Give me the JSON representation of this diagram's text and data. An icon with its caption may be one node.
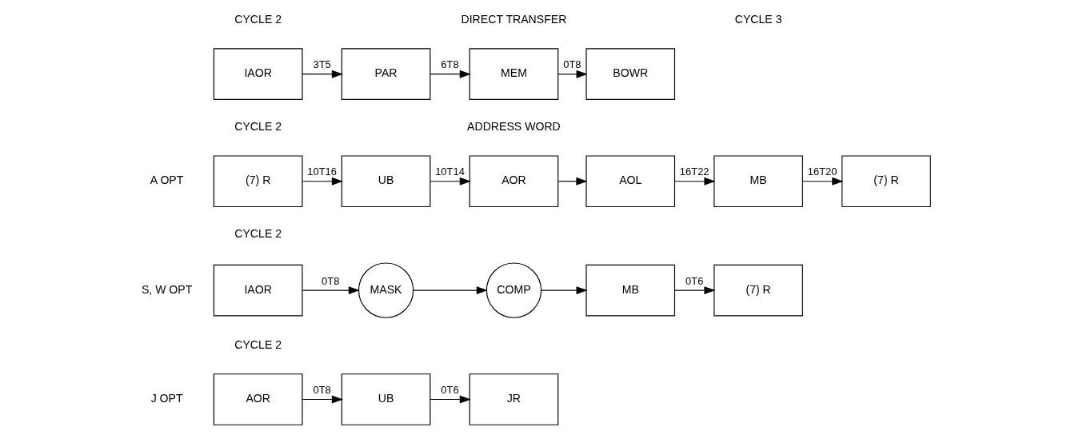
{
  "diagram": {
    "nodes": [
      {
        "text": [
          "IAOR"
        ]
      },
      {
        "text": [
          "PAR"
        ]
      },
      {
        "text": [
          "MEM"
        ]
      },
      {
        "text": [
          "BOWR"
        ]
      },
      {
        "text": [
          "(7) R"
        ],
        "beside": [
          "A OPT"
        ]
      },
      {
        "text": [
          "UB"
        ]
      },
      {
        "text": [
          "AOR"
        ]
      },
      {
        "text": [
          "AOL"
        ]
      },
      {
        "text": [
          "MB"
        ]
      },
      {
        "text": [
          "(7) R"
        ]
      },
      {
        "text": [
          "IAOR"
        ],
        "beside": [
          "S, W OPT"
        ]
      },
      {
        "text": [
          "MASK"
        ]
      },
      {
        "text": [
          "COMP"
        ]
      },
      {
        "text": [
          "MB"
        ]
      },
      {
        "text": [
          "(7) R"
        ]
      },
      {
        "text": [
          "AOR"
        ],
        "beside": [
          "J OPT"
        ]
      },
      {
        "text": [
          "UB"
        ]
      },
      {
        "text": [
          "JR"
        ]
      }
    ],
    "edges": [
      {
        "from": 0,
        "to": 1,
        "arrow": "to",
        "label": "3T5"
      },
      {
        "from": 1,
        "to": 2,
        "arrow": "to",
        "label": "6T8"
      },
      {
        "from": 2,
        "to": 3,
        "arrow": "to",
        "label": "0T8"
      },
      {
        "from": 4,
        "to": 5,
        "arrow": "to",
        "label": "10T16"
      },
      {
        "from": 5,
        "to": 6,
        "arrow": "to",
        "label": "10T14"
      },
      {
        "from": 6,
        "to": 7,
        "arrow": "to"
      },
      {
        "from": 7,
        "to": 8,
        "arrow": "to",
        "label": "16T22"
      },
      {
        "from": 8,
        "to": 9,
        "arrow": "to",
        "label": "16T20"
      },
      {
        "from": 10,
        "to": 11,
        "arrow": "to",
        "label": "0T8"
      },
      {
        "from": 11,
        "to": 12,
        "arrow": "to"
      },
      {
        "from": 12,
        "to": 13,
        "arrow": "to"
      },
      {
        "from": 13,
        "to": 14,
        "arrow": "to",
        "label": "0T6"
      },
      {
        "from": 15,
        "to": 16,
        "arrow": "to",
        "label": "0T8"
      },
      {
        "from": 16,
        "to": 17,
        "arrow": "to",
        "label": "0T6"
      }
    ],
    "labels": [
      "CYCLE 2",
      "DIRECT TRANSFER",
      "CYCLE 3",
      "CYCLE 2",
      "ADDRESS WORD",
      "CYCLE 2",
      "CYCLE 2"
    ]
  }
}
